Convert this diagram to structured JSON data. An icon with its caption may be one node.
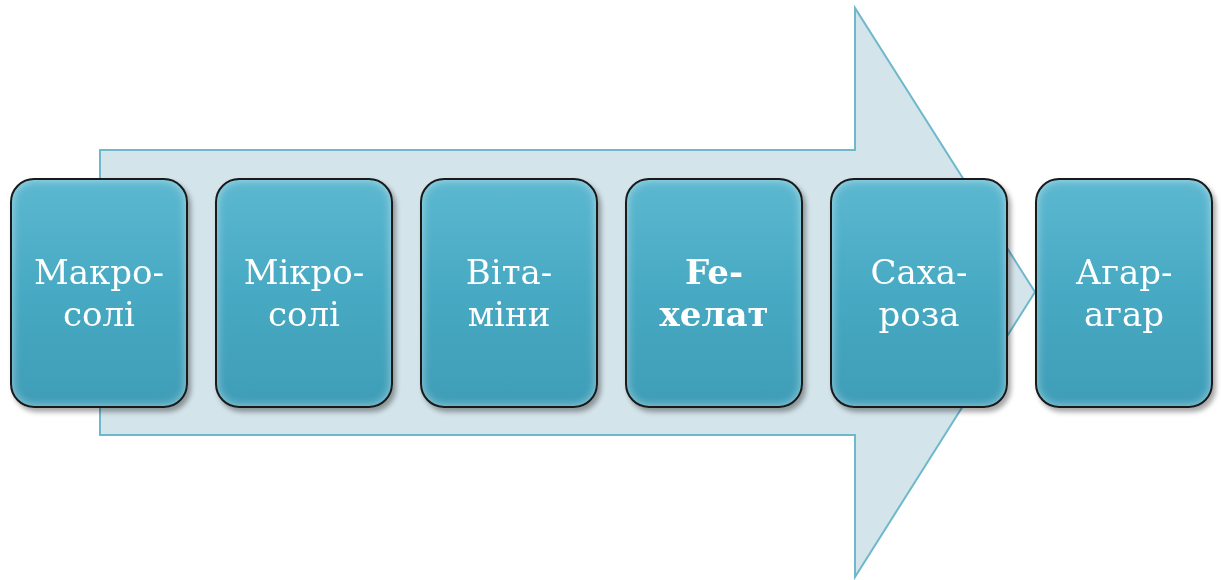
{
  "diagram": {
    "nodes": [
      {
        "text": [
          "Макро- солі"
        ]
      },
      {
        "text": [
          "Мікро- солі"
        ]
      },
      {
        "text": [
          "Віта- міни"
        ]
      },
      {
        "text": [
          "Fe- хелат"
        ]
      },
      {
        "text": [
          "Саха- роза"
        ]
      },
      {
        "text": [
          "Агар- агар"
        ]
      }
    ],
    "edges": [
      {
        "from": 0,
        "to": 5,
        "arrow": "to"
      }
    ]
  }
}
